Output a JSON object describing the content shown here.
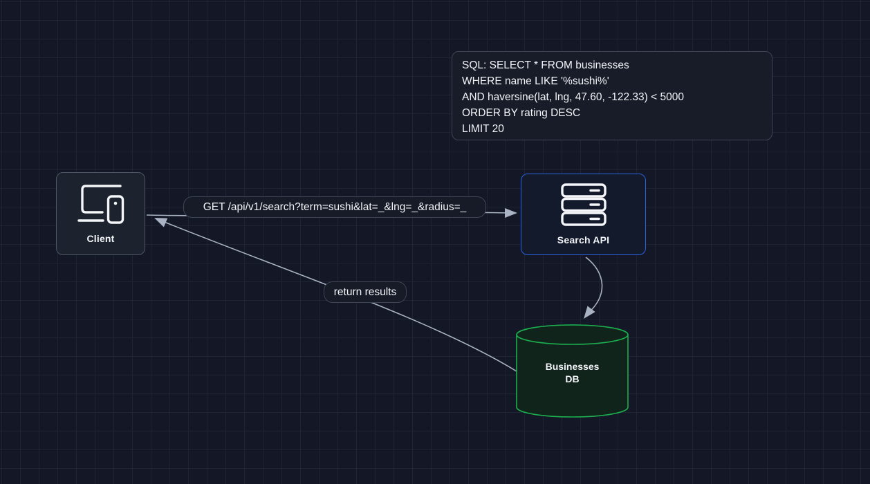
{
  "colors": {
    "background": "#141826",
    "grid_line": "#1e2434",
    "edge_line": "#a9b3c3",
    "text_primary": "#f2f4f8",
    "client_border": "#4d5666",
    "client_fill": "#1d232e",
    "api_border": "#2b62e0",
    "api_fill": "#121a2b",
    "db_border": "#1caf4f",
    "db_fill": "#11241b",
    "note_bg": "#171c28",
    "note_border": "#3d4556",
    "label_bg": "#161b27",
    "label_border": "#3d4556"
  },
  "sql_note": {
    "lines": [
      "SQL: SELECT * FROM businesses",
      "WHERE name LIKE '%sushi%'",
      "AND haversine(lat, lng, 47.60, -122.33) < 5000",
      "ORDER BY rating DESC",
      "LIMIT 20"
    ]
  },
  "nodes": {
    "client": {
      "label": "Client"
    },
    "search_api": {
      "label": "Search API"
    },
    "businesses_db": {
      "line1": "Businesses",
      "line2": "DB"
    }
  },
  "edge_labels": {
    "request": "GET /api/v1/search?term=sushi&lat=_&lng=_&radius=_",
    "response": "return results"
  }
}
